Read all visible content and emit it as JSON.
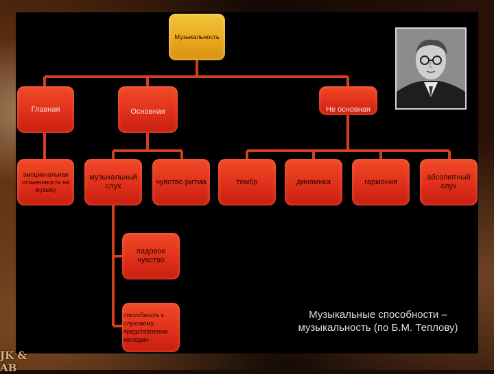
{
  "diagram": {
    "root": "Музыкальность",
    "level1": {
      "main": "Главная",
      "basic": "Основная",
      "non_basic": "Не основная"
    },
    "main_children": {
      "emotional": "эмоциональная отзывчивость на музыку"
    },
    "basic_children": {
      "hearing": "музыкальный слух",
      "rhythm": "чувство ритма"
    },
    "hearing_children": {
      "modal": "ладовое чувство",
      "auditory": "способность к слуховому представлению мелодии"
    },
    "non_basic_children": {
      "timbre": "тембр",
      "dynamics": "динамика",
      "harmony": "гармония",
      "absolute": "абсолютный слух"
    }
  },
  "caption": "Музыкальные способности – музыкальность (по Б.М. Теплову)",
  "logo": "JK & AB",
  "colors": {
    "node_red": "#e0301a",
    "node_gold": "#e8a61c",
    "connector": "#d4401c",
    "caption": "#e9d6ea"
  }
}
